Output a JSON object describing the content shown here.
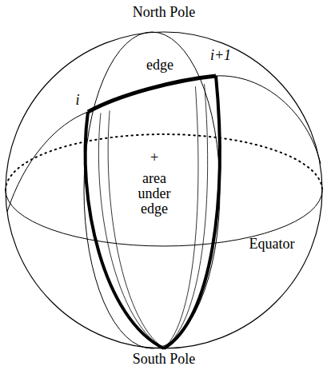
{
  "diagram": {
    "labels": [
      "North Pole",
      "edge",
      "i",
      "i+1",
      "+",
      "area under edge",
      "Equator",
      "South Pole"
    ]
  }
}
